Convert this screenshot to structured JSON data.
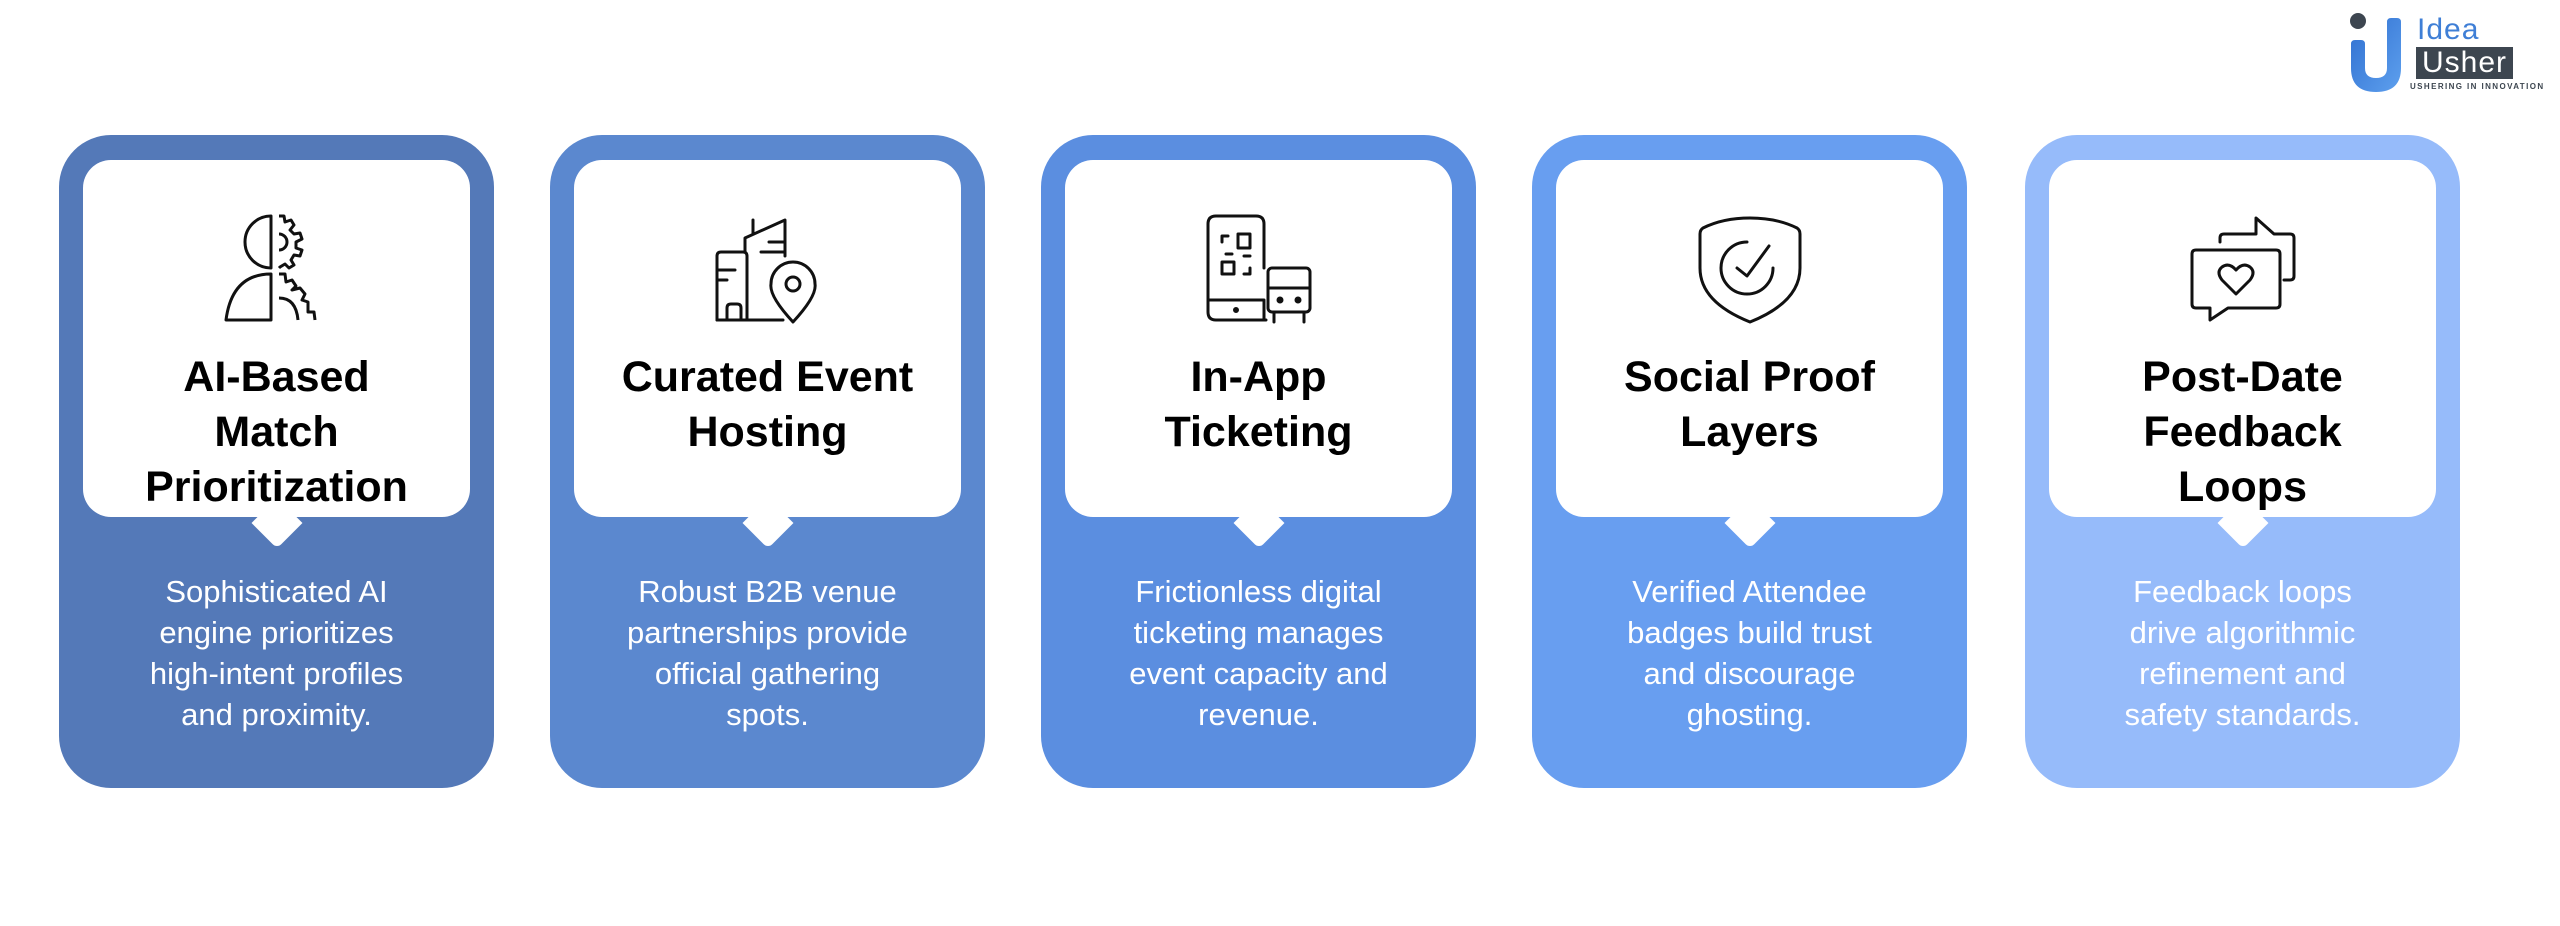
{
  "logo": {
    "brand_top": "Idea",
    "brand_bottom": "Usher",
    "tagline": "USHERING IN INNOVATION",
    "colors": {
      "blue": "#3f7fd6",
      "dark": "#3d4650"
    }
  },
  "cards": [
    {
      "icon": "person-gear-icon",
      "color": "#5479b8",
      "title_lines": [
        "AI-Based",
        "Match",
        "Prioritization"
      ],
      "body_lines": [
        "Sophisticated AI",
        "engine prioritizes",
        "high-intent profiles",
        "and proximity."
      ]
    },
    {
      "icon": "building-location-icon",
      "color": "#5b88cf",
      "title_lines": [
        "Curated Event",
        "Hosting"
      ],
      "body_lines": [
        "Robust B2B venue",
        "partnerships provide",
        "official gathering",
        "spots."
      ]
    },
    {
      "icon": "phone-qr-ticket-icon",
      "color": "#5b8ee0",
      "title_lines": [
        "In-App",
        "Ticketing"
      ],
      "body_lines": [
        "Frictionless digital",
        "ticketing manages",
        "event capacity and",
        "revenue."
      ]
    },
    {
      "icon": "shield-check-icon",
      "color": "#689ef0",
      "title_lines": [
        "Social Proof",
        "Layers"
      ],
      "body_lines": [
        "Verified Attendee",
        "badges build trust",
        "and discourage",
        "ghosting."
      ]
    },
    {
      "icon": "chat-heart-icon",
      "color": "#96bbfa",
      "title_lines": [
        "Post-Date",
        "Feedback",
        "Loops"
      ],
      "body_lines": [
        "Feedback loops",
        "drive algorithmic",
        "refinement and",
        "safety standards."
      ]
    }
  ]
}
